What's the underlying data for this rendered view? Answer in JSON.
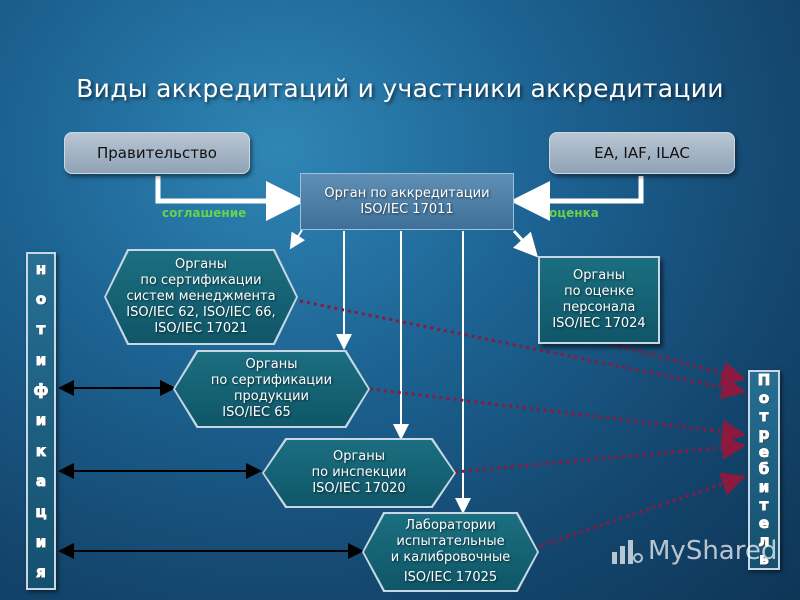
{
  "title": "Виды аккредитаций и участники аккредитации",
  "top_left_box": "Правительство",
  "top_right_box": "EA, IAF, ILAC",
  "center_box": {
    "line1": "Орган по аккредитации",
    "line2": "ISO/IEC 17011"
  },
  "label_left": "соглашение",
  "label_right": "оценка",
  "bodies": {
    "mgmt": [
      "Органы",
      "по сертификации",
      "систем менеджмента",
      "ISO/IEC 62, ISO/IEC 66,",
      "ISO/IEC 17021"
    ],
    "product": [
      "Органы",
      "по сертификации",
      "продукции",
      "ISO/IEC 65"
    ],
    "inspection": [
      "Органы",
      "по инспекции",
      "ISO/IEC 17020"
    ],
    "labs": [
      "Лаборатории",
      "испытательные",
      "и калибровочные",
      "ISO/IEC 17025"
    ],
    "personnel": [
      "Органы",
      "по оценке",
      "персонала",
      "ISO/IEC 17024"
    ]
  },
  "left_bar_letters": [
    "н",
    "о",
    "т",
    "и",
    "ф",
    "и",
    "к",
    "а",
    "ц",
    "и",
    "я"
  ],
  "right_bar_letters": [
    "П",
    "о",
    "т",
    "р",
    "е",
    "б",
    "и",
    "т",
    "е",
    "л",
    "ь"
  ],
  "watermark": "MyShared"
}
